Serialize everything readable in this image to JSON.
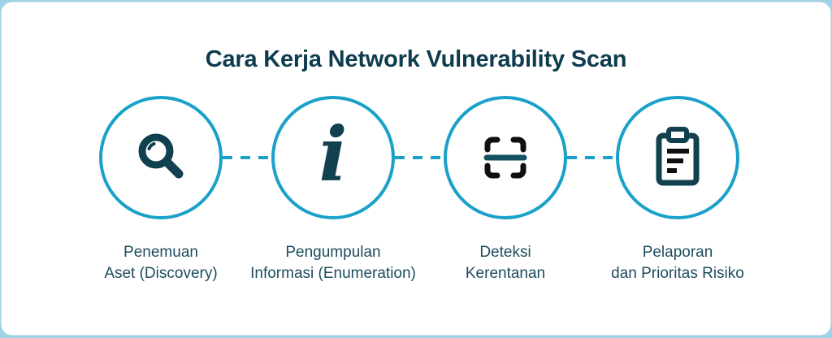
{
  "title": "Cara Kerja Network Vulnerability Scan",
  "colors": {
    "accent_cyan": "#1aa1c9",
    "dark_teal": "#11404f",
    "title_teal": "#0e3c4e",
    "label_teal": "#1d4d5e",
    "icon_black": "#101010",
    "card_border": "#cfe3ed",
    "edge_background": "#9ed3e5"
  },
  "steps": [
    {
      "icon": "magnifier-icon",
      "label": "Penemuan\nAset (Discovery)"
    },
    {
      "icon": "info-icon",
      "glyph": "i",
      "label": "Pengumpulan\nInformasi (Enumeration)"
    },
    {
      "icon": "scan-frame-icon",
      "label": "Deteksi\nKerentanan"
    },
    {
      "icon": "clipboard-report-icon",
      "label": "Pelaporan\ndan Prioritas Risiko"
    }
  ]
}
